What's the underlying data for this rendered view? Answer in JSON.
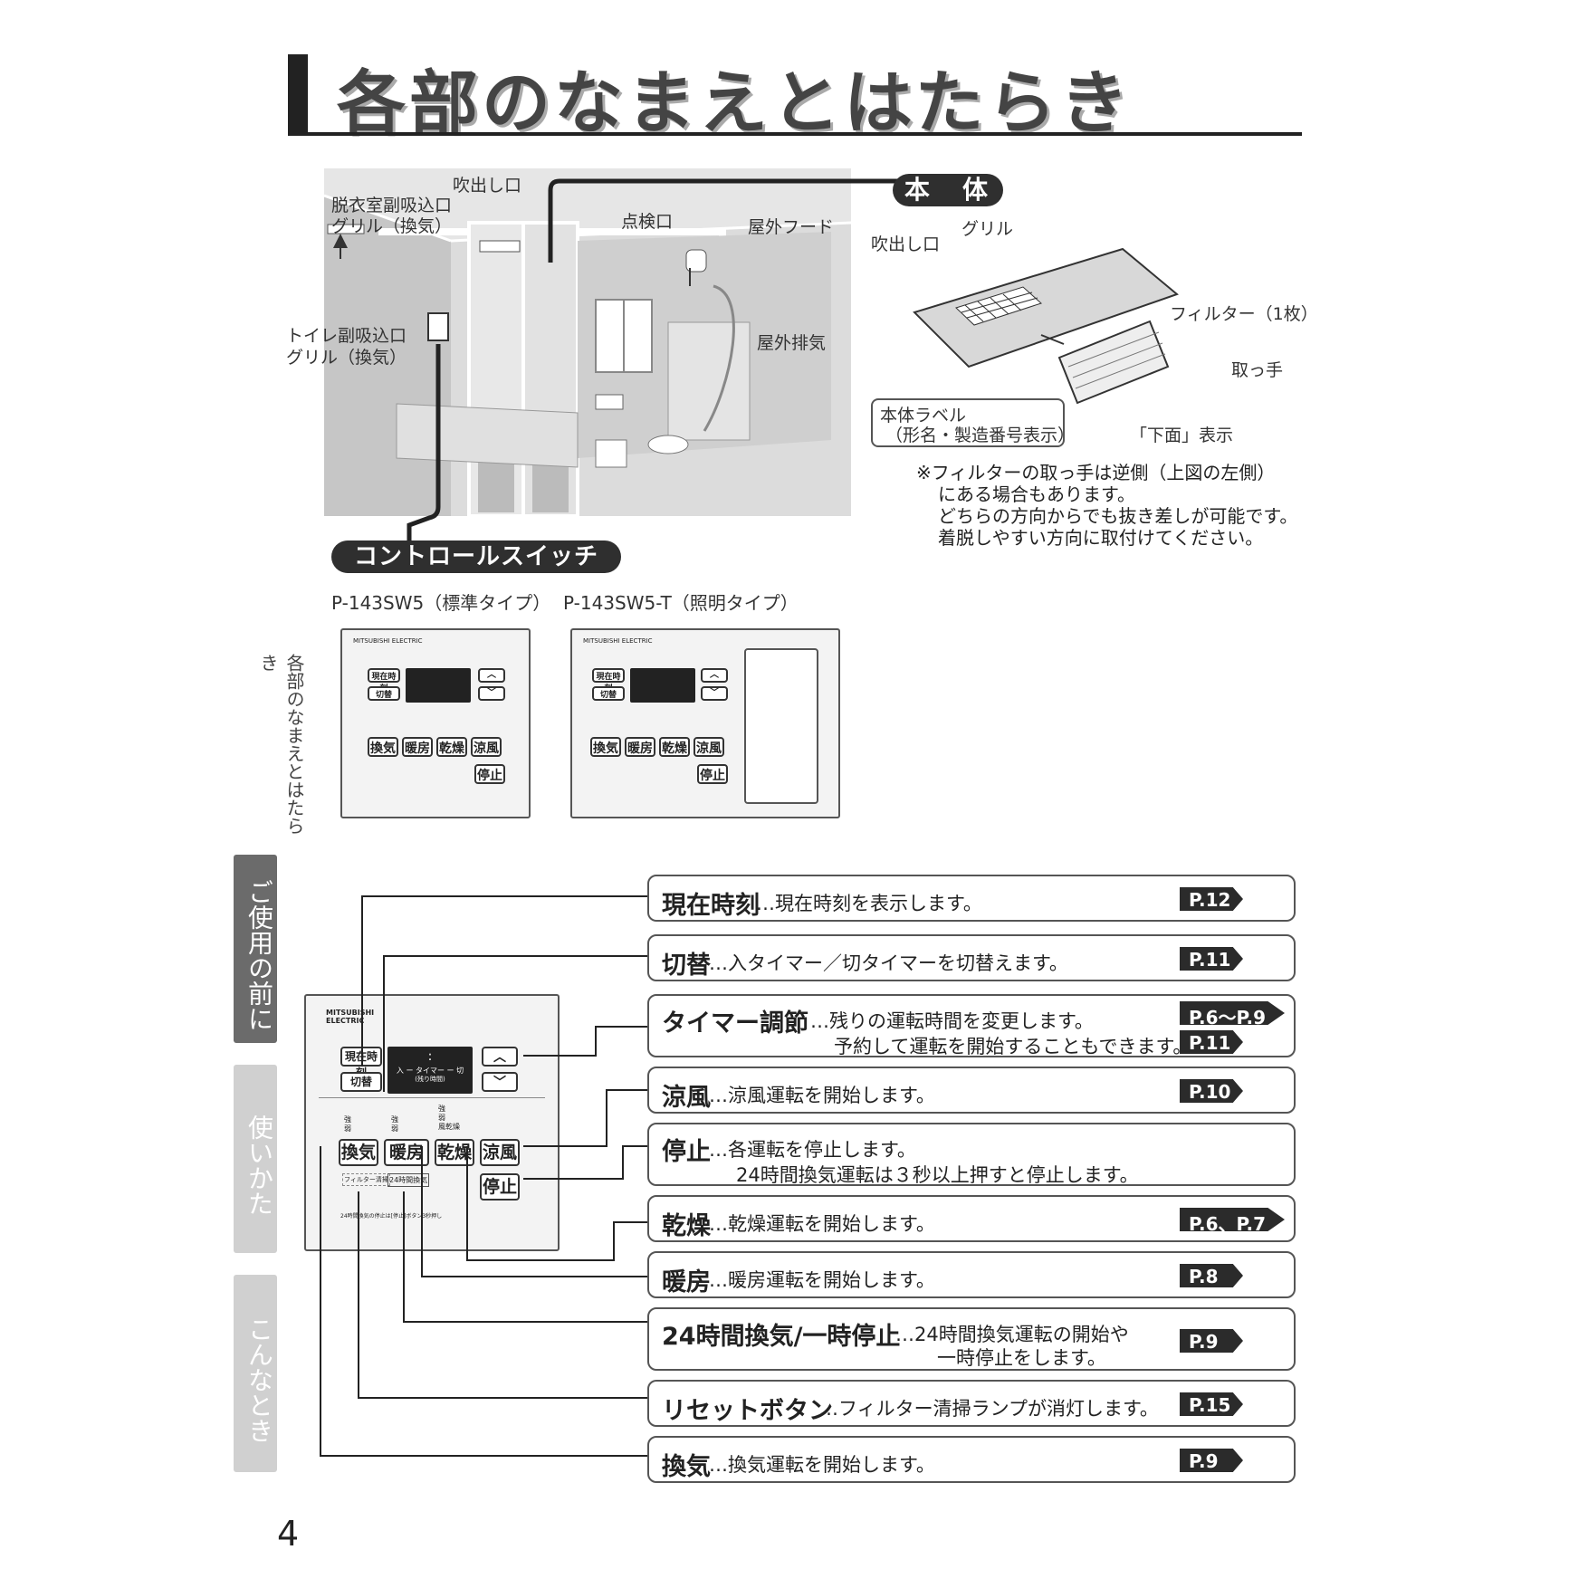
{
  "title": "各部のなまえとはたらき",
  "page_number": "4",
  "room": {
    "labels": {
      "datsuishitsu1": "脱衣室副吸込口",
      "datsuishitsu2": "グリル（換気）",
      "fukidashi": "吹出し口",
      "tenken": "点検口",
      "okugai_hood": "屋外フード",
      "okugai_haiki": "屋外排気",
      "toilet1": "トイレ副吸込口",
      "toilet2": "グリル（換気）"
    },
    "control_switch": "コントロールスイッチ"
  },
  "main_body": {
    "heading": "本　体",
    "labels": {
      "fukidashi": "吹出し口",
      "grill": "グリル",
      "filter": "フィルター（1枚）",
      "handle": "取っ手",
      "label1": "本体ラベル",
      "label2": "（形名・製造番号表示）",
      "kamen": "「下面」表示"
    },
    "note": [
      "※フィルターの取っ手は逆側（上図の左側）",
      "にある場合もあります。",
      "どちらの方向からでも抜き差しが可能です。",
      "着脱しやすい方向に取付けてください。"
    ]
  },
  "models": {
    "standard": "P-143SW5（標準タイプ）",
    "lighting": "P-143SW5-T（照明タイプ）"
  },
  "side": {
    "caption": "各部のなまえとはたらき",
    "tabs": [
      "ご使用の前に",
      "使いかた",
      "こんなとき"
    ],
    "active_tab_color": "#6b6b6b",
    "inactive_tab_color": "#d0d0d0"
  },
  "panel": {
    "brand": "MITSUBISHI ELECTRIC",
    "clock_button": "現在時刻",
    "switch_button": "切替",
    "display_colon": ":",
    "display_timer": "入 ー タイマー ー 切",
    "display_remain": "(残り時間)",
    "up": "︿",
    "down": "﹀",
    "ind_kanki": [
      "強",
      "弱"
    ],
    "ind_danbo": [
      "強",
      "弱"
    ],
    "ind_kanso": [
      "強",
      "弱",
      "風乾燥"
    ],
    "btn_kanki": "換気",
    "btn_danbo": "暖房",
    "btn_kanso": "乾燥",
    "btn_ryofu": "涼風",
    "btn_stop": "停止",
    "sub_filter": "フィルター清掃",
    "sub_24h": "24時間換気",
    "footer": "24時間換気の停止は[停止]ボタン3秒押し"
  },
  "callouts": [
    {
      "name": "現在時刻",
      "desc": "…現在時刻を表示します。",
      "desc2": "",
      "page": "P.12"
    },
    {
      "name": "切替",
      "desc": "…入タイマー／切タイマーを切替えます。",
      "desc2": "",
      "page": "P.11"
    },
    {
      "name": "タイマー調節",
      "desc": "…残りの運転時間を変更します。",
      "desc2": "予約して運転を開始することもできます。",
      "page": "P.6〜P.9",
      "page2": "P.11"
    },
    {
      "name": "涼風",
      "desc": "…涼風運転を開始します。",
      "desc2": "",
      "page": "P.10"
    },
    {
      "name": "停止",
      "desc": "…各運転を停止します。",
      "desc2": "24時間換気運転は３秒以上押すと停止します。",
      "page": ""
    },
    {
      "name": "乾燥",
      "desc": "…乾燥運転を開始します。",
      "desc2": "",
      "page": "P.6、P.7"
    },
    {
      "name": "暖房",
      "desc": "…暖房運転を開始します。",
      "desc2": "",
      "page": "P.8"
    },
    {
      "name": "24時間換気/一時停止",
      "desc": "…24時間換気運転の開始や",
      "desc2": "一時停止をします。",
      "page": "P.9"
    },
    {
      "name": "リセットボタン",
      "desc": "…フィルター清掃ランプが消灯します。",
      "desc2": "",
      "page": "P.15"
    },
    {
      "name": "換気",
      "desc": "…換気運転を開始します。",
      "desc2": "",
      "page": "P.9"
    }
  ]
}
